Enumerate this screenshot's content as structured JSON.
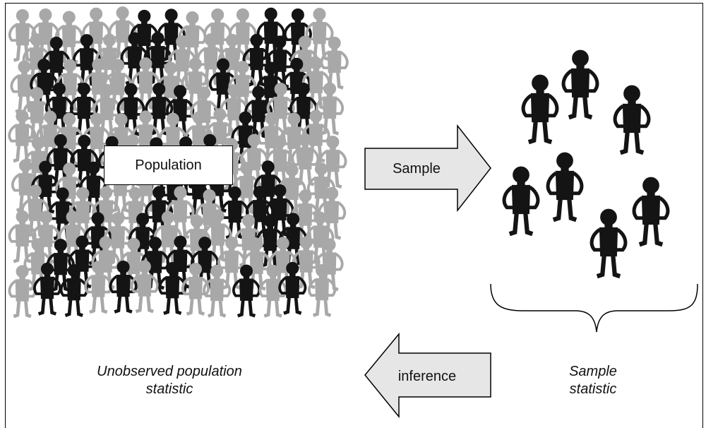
{
  "diagram": {
    "population_label": "Population",
    "sample_arrow_label": "Sample",
    "inference_arrow_label": "inference",
    "population_statistic_line1": "Unobserved population",
    "population_statistic_line2": "statistic",
    "sample_statistic_line1": "Sample",
    "sample_statistic_line2": "statistic",
    "colors": {
      "population_light": "#a8a8a8",
      "population_dark": "#141414",
      "sample_person": "#141414",
      "arrow_fill": "#e6e6e6",
      "stroke": "#000000"
    }
  }
}
